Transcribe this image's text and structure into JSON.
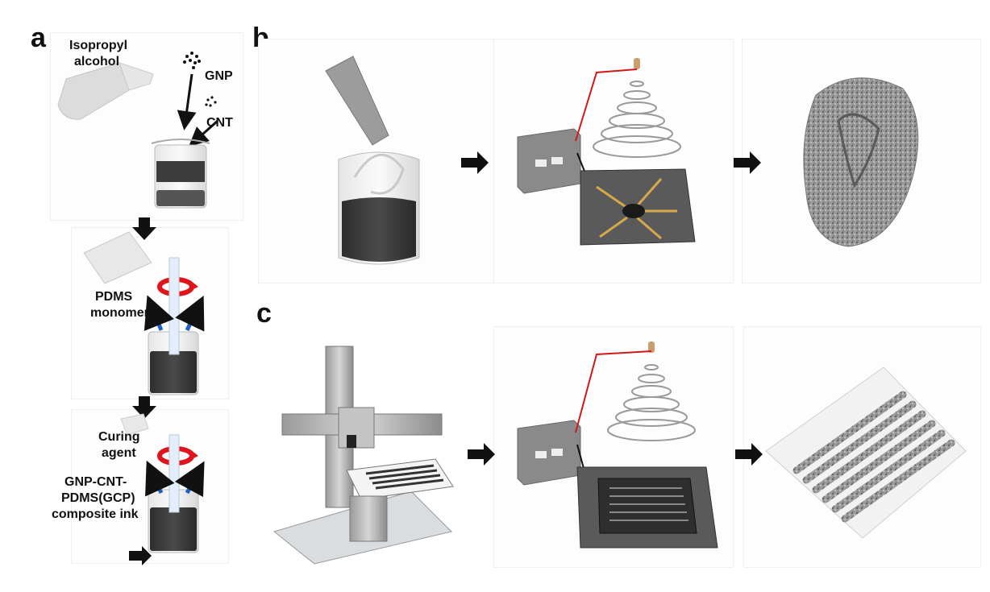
{
  "panels": {
    "a": "a",
    "b": "b",
    "c": "c"
  },
  "labels": {
    "isopropyl_line1": "Isopropyl",
    "isopropyl_line2": "alcohol",
    "gnp": "GNP",
    "cnt": "CNT",
    "pdms_line1": "PDMS",
    "pdms_line2": "monomer",
    "curing_line1": "Curing",
    "curing_line2": "agent",
    "ink_line1": "GNP-CNT-",
    "ink_line2": "PDMS(GCP)",
    "ink_line3": "composite ink"
  },
  "colors": {
    "ink": "#3a3a3a",
    "rotation_arrow": "#e0141c",
    "stir_arrow": "#1f5fc8",
    "wire_red": "#d01818",
    "wire_black": "#111111"
  },
  "icons": [
    "flask-icon",
    "beaker-icon",
    "rotation-arrow-icon",
    "spatula-icon",
    "power-supply-icon",
    "coil-icon",
    "ear-icon",
    "printer-3d-icon",
    "sensor-array-icon"
  ]
}
